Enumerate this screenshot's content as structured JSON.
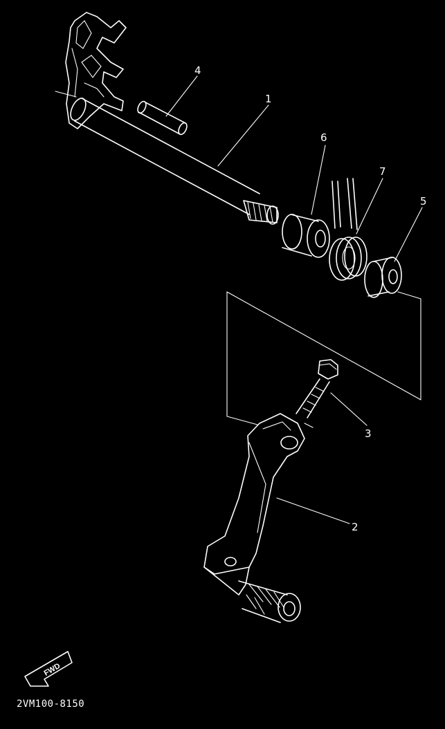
{
  "diagram": {
    "callouts": [
      {
        "id": "1",
        "label": "1"
      },
      {
        "id": "2",
        "label": "2"
      },
      {
        "id": "3",
        "label": "3"
      },
      {
        "id": "4",
        "label": "4"
      },
      {
        "id": "5",
        "label": "5"
      },
      {
        "id": "6",
        "label": "6"
      },
      {
        "id": "7",
        "label": "7"
      }
    ],
    "direction_badge": {
      "label": "FWD",
      "icon": "fwd-arrow-icon"
    },
    "part_code": "2VM100-8150",
    "colors": {
      "background": "#000000",
      "line": "#ffffff"
    }
  }
}
